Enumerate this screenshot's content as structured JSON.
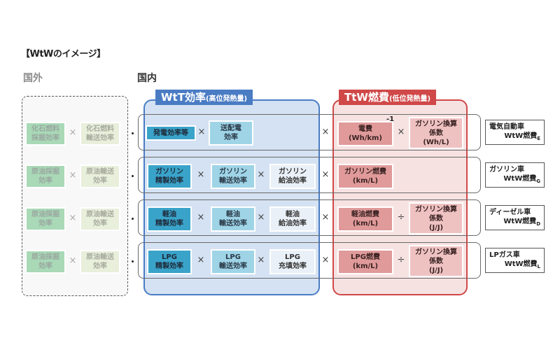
{
  "title": "【WtWのイメージ】",
  "sections": {
    "abroad": "国外",
    "domestic": "国内"
  },
  "wtt": {
    "label": "WtT効率",
    "sub": "(高位発熱量)",
    "color": "#4a7cc4"
  },
  "ttw": {
    "label": "TtW燃費",
    "sub": "(低位発熱量)",
    "color": "#d04848"
  },
  "rows": [
    {
      "abroad": [
        "化石燃料\n採掘効率",
        "化石燃料\n輸送効率"
      ],
      "wtt": [
        "発電効率等",
        "送配電\n効率"
      ],
      "ttw": [
        "電費\n(Wh/km)",
        "ガソリン換算\n係数\n(Wh/L)"
      ],
      "ttw_op": "×",
      "superscript": "-1",
      "result": {
        "line1": "電気自動車",
        "line2": "WtW燃費",
        "sub": "E"
      }
    },
    {
      "abroad": [
        "原油採掘\n効率",
        "原油輸送\n効率"
      ],
      "wtt": [
        "ガソリン\n精製効率",
        "ガソリン\n輸送効率",
        "ガソリン\n給油効率"
      ],
      "ttw": [
        "ガソリン燃費\n(km/L)"
      ],
      "result": {
        "line1": "ガソリン車",
        "line2": "WtW燃費",
        "sub": "G"
      }
    },
    {
      "abroad": [
        "原油採掘\n効率",
        "原油輸送\n効率"
      ],
      "wtt": [
        "軽油\n精製効率",
        "軽油\n輸送効率",
        "軽油\n給油効率"
      ],
      "ttw": [
        "軽油燃費\n(km/L)",
        "ガソリン換算\n係数\n(J/J)"
      ],
      "ttw_op": "÷",
      "result": {
        "line1": "ディーゼル車",
        "line2": "WtW燃費",
        "sub": "D"
      }
    },
    {
      "abroad": [
        "原油採掘\n効率",
        "原油輸送\n効率"
      ],
      "wtt": [
        "LPG\n精製効率",
        "LPG\n輸送効率",
        "LPG\n充填効率"
      ],
      "ttw": [
        "LPG燃費\n(km/L)",
        "ガソリン換算\n係数\n(J/J)"
      ],
      "ttw_op": "÷",
      "result": {
        "line1": "LPガス車",
        "line2": "WtW燃費",
        "sub": "L"
      }
    }
  ],
  "operators": {
    "multiply": "×",
    "divide": "÷"
  }
}
